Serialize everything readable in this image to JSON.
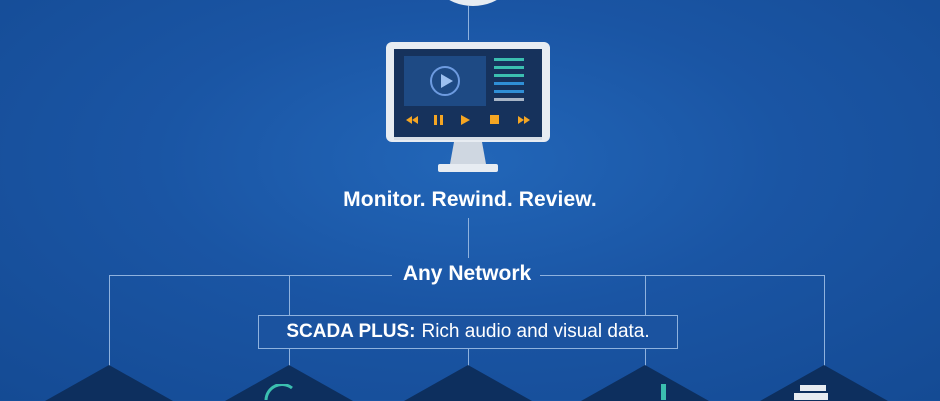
{
  "diagram": {
    "tagline": "Monitor. Rewind. Review.",
    "network_label": "Any Network",
    "scada": {
      "strong": "SCADA PLUS:",
      "text": "Rich audio and visual data."
    },
    "monitor_controls": [
      "rewind-icon",
      "pause-icon",
      "play-icon",
      "stop-icon",
      "fast-forward-icon"
    ],
    "colors": {
      "background": "#1a55a4",
      "accent": "#f5a623",
      "line": "#8fb2de",
      "device_dark": "#0d2f5e",
      "monitor_bezel": "#e7ecf2",
      "screen": "#16325c",
      "teal": "#3bbfb0"
    }
  }
}
